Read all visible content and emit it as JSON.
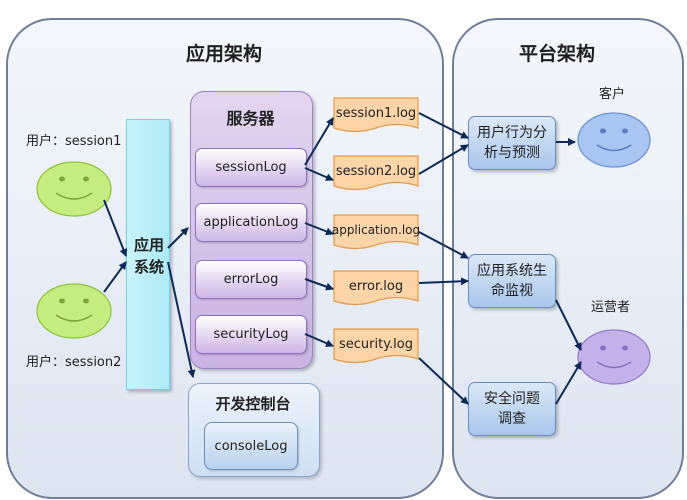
{
  "app_arch": {
    "title": "应用架构"
  },
  "platform_arch": {
    "title": "平台架构"
  },
  "users": [
    {
      "label": "用户：session1"
    },
    {
      "label": "用户：session2"
    }
  ],
  "app_system": {
    "label": "应用系统"
  },
  "server": {
    "title": "服务器",
    "logs": [
      "sessionLog",
      "applicationLog",
      "errorLog",
      "securityLog"
    ]
  },
  "dev_console": {
    "title": "开发控制台",
    "log": "consoleLog"
  },
  "log_files": [
    "session1.log",
    "session2.log",
    "application.log",
    "error.log",
    "security.log"
  ],
  "platform_boxes": [
    {
      "label": "用户行为分析与预测"
    },
    {
      "label": "应用系统生命监视"
    },
    {
      "label": "安全问题调查"
    }
  ],
  "roles": {
    "customer": "客户",
    "operator": "运营者"
  },
  "colors": {
    "panel_border": "#6d7f99",
    "server_fill": "#c9b3e3",
    "log_file_fill": "#fbd5a8",
    "platform_box_fill": "#a9c6ea",
    "user_face_fill": "#c5ec7e",
    "customer_face_fill": "#a8c6f2",
    "operator_face_fill": "#c5b1ea",
    "arrow": "#0d2a57"
  }
}
